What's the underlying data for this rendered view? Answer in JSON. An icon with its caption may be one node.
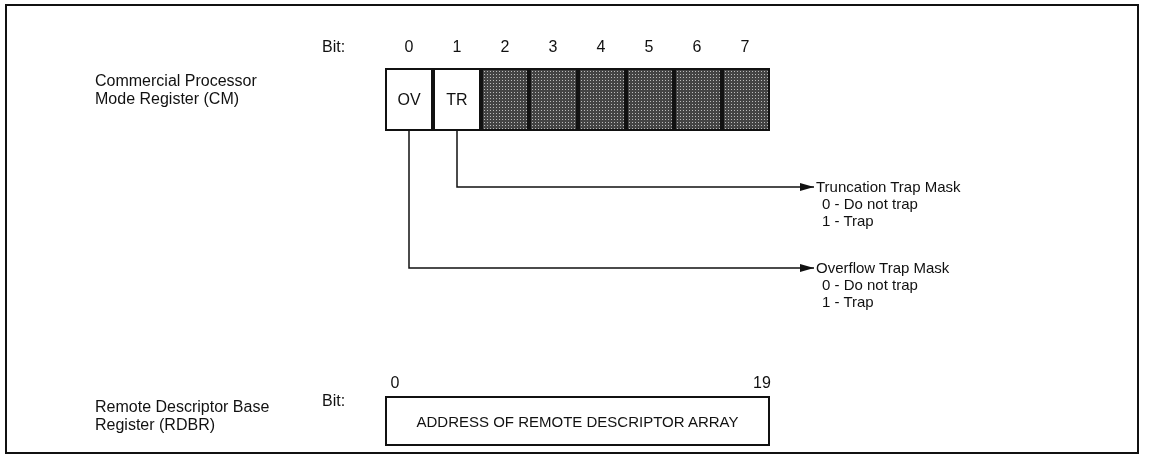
{
  "diagram": {
    "nodes": [
      {
        "text": [
          "OV"
        ]
      },
      {
        "text": [
          "TR"
        ]
      },
      {
        "text": [],
        "shape": "bar"
      },
      {
        "text": [],
        "shape": "bar"
      },
      {
        "text": [],
        "shape": "bar"
      },
      {
        "text": [],
        "shape": "bar"
      },
      {
        "text": [],
        "shape": "bar"
      },
      {
        "text": [],
        "shape": "bar"
      },
      {
        "text": [
          "Truncation Trap Mask",
          "0 - Do not trap",
          "1 - Trap"
        ]
      },
      {
        "text": [
          "Overflow Trap Mask",
          "0 - Do not trap",
          "1 - Trap"
        ]
      },
      {
        "text": [
          "ADDRESS OF REMOTE DESCRIPTOR ARRAY"
        ]
      }
    ],
    "edges": [
      {
        "from": 1,
        "to": 8,
        "arrow": "to"
      },
      {
        "from": 0,
        "to": 9,
        "arrow": "to"
      }
    ],
    "labels": [
      "Bit:",
      "0",
      "1",
      "2",
      "3",
      "4",
      "5",
      "6",
      "7",
      "Commercial Processor Mode Register (CM)",
      "Bit:",
      "0",
      "19",
      "Remote Descriptor Base Register (RDBR)"
    ]
  }
}
